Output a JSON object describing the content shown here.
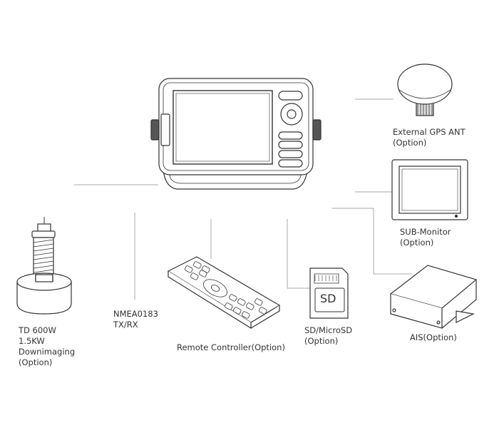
{
  "labels": {
    "gps": {
      "line1": "External GPS ANT",
      "line2": "(Option)"
    },
    "sub_monitor": {
      "line1": "SUB-Monitor",
      "line2": "(Option)"
    },
    "ais": {
      "line1": "AIS(Option)"
    },
    "sd": {
      "line1": "SD/MicroSD",
      "line2": "(Option)",
      "card_text": "SD"
    },
    "remote": {
      "line1": "Remote Controller(Option)"
    },
    "nmea": {
      "line1": "NMEA0183",
      "line2": "TX/RX"
    },
    "td": {
      "line1": "TD 600W",
      "line2": "1.5KW",
      "line3": "Downimaging",
      "line4": "(Option)"
    }
  },
  "colors": {
    "stroke": "#333333",
    "line": "#aaaaaa",
    "text": "#333333"
  }
}
